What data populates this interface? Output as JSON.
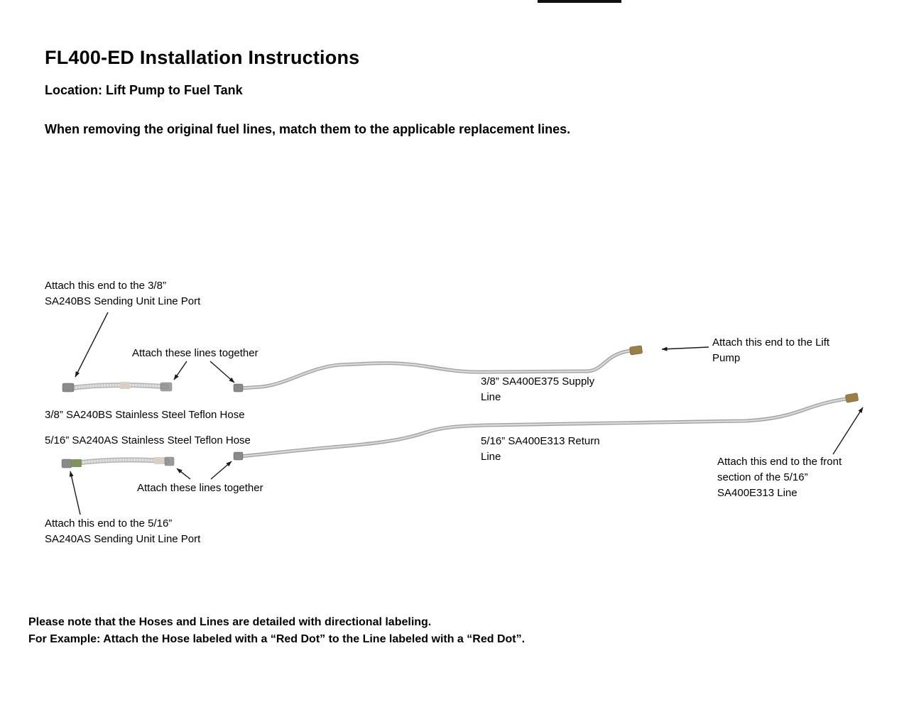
{
  "document": {
    "title": "FL400-ED Installation Instructions",
    "location": "Location: Lift Pump to Fuel Tank",
    "intro": "When removing the original fuel lines, match them to the applicable replacement lines."
  },
  "diagram": {
    "callouts": {
      "attach_38_sending_port": "Attach this end to the 3/8”\nSA240BS Sending Unit Line Port",
      "attach_lines_together_top": "Attach these lines together",
      "attach_lift_pump": "Attach this end to the Lift\nPump",
      "attach_front_section": "Attach this end to the front\nsection of the 5/16”\nSA400E313 Line",
      "attach_lines_together_bottom": "Attach these lines together",
      "attach_516_sending_port": "Attach this end to the 5/16”\nSA240AS Sending Unit Line Port"
    },
    "part_labels": {
      "supply_line": "3/8” SA400E375 Supply\nLine",
      "hose_38": "3/8” SA240BS Stainless Steel Teflon Hose",
      "hose_516": "5/16” SA240AS Stainless Steel Teflon Hose",
      "return_line": "5/16” SA400E313 Return\nLine"
    }
  },
  "footer": {
    "note_1": "Please note that the Hoses and Lines are detailed with directional labeling.",
    "note_2": "For Example: Attach the Hose labeled with a “Red Dot” to the Line labeled with a “Red Dot”."
  },
  "colors": {
    "arrow": "#1a1a1a",
    "line": "#d8d8d8",
    "line_edge": "#9f9f9f",
    "hose": "#e2e2e2",
    "hose_edge": "#b3b3b3",
    "brass": "#9c7f44",
    "steel": "#8a8a8a",
    "band_green": "#7f9459",
    "band_tan": "#d9cfc4"
  }
}
